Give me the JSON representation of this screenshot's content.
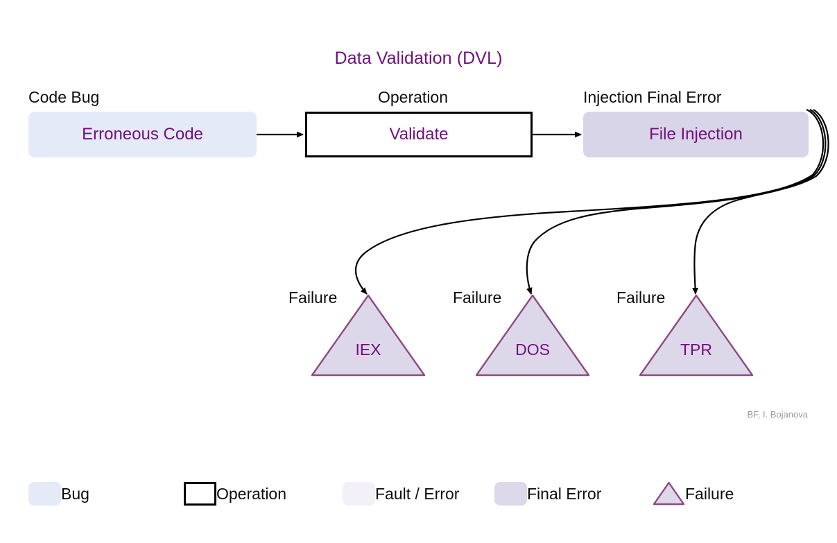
{
  "diagram": {
    "title": "Data Validation (DVL)",
    "attribution": "BF, I. Bojanova",
    "colors": {
      "accent_text": "#70107e",
      "bug_fill": "#e4eaf8",
      "final_error_fill": "#d9d5e8",
      "fault_error_fill": "#f3f0f7",
      "failure_fill": "#ddd8e9",
      "failure_stroke": "#8d4a82",
      "operation_stroke": "#000000",
      "connector": "#000000",
      "attribution_text": "#9a9a9a"
    }
  },
  "flow": {
    "bug": {
      "caption": "Code Bug",
      "label": "Erroneous Code"
    },
    "operation": {
      "caption": "Operation",
      "label": "Validate"
    },
    "final_error": {
      "caption": "Injection Final Error",
      "label": "File Injection"
    }
  },
  "failures": [
    {
      "tag": "Failure",
      "label": "IEX"
    },
    {
      "tag": "Failure",
      "label": "DOS"
    },
    {
      "tag": "Failure",
      "label": "TPR"
    }
  ],
  "legend": [
    {
      "swatch": "bug-swatch",
      "label": "Bug"
    },
    {
      "swatch": "operation-swatch",
      "label": "Operation"
    },
    {
      "swatch": "fault-error-swatch",
      "label": "Fault / Error"
    },
    {
      "swatch": "final-error-swatch",
      "label": "Final Error"
    },
    {
      "swatch": "failure-swatch",
      "label": "Failure"
    }
  ]
}
